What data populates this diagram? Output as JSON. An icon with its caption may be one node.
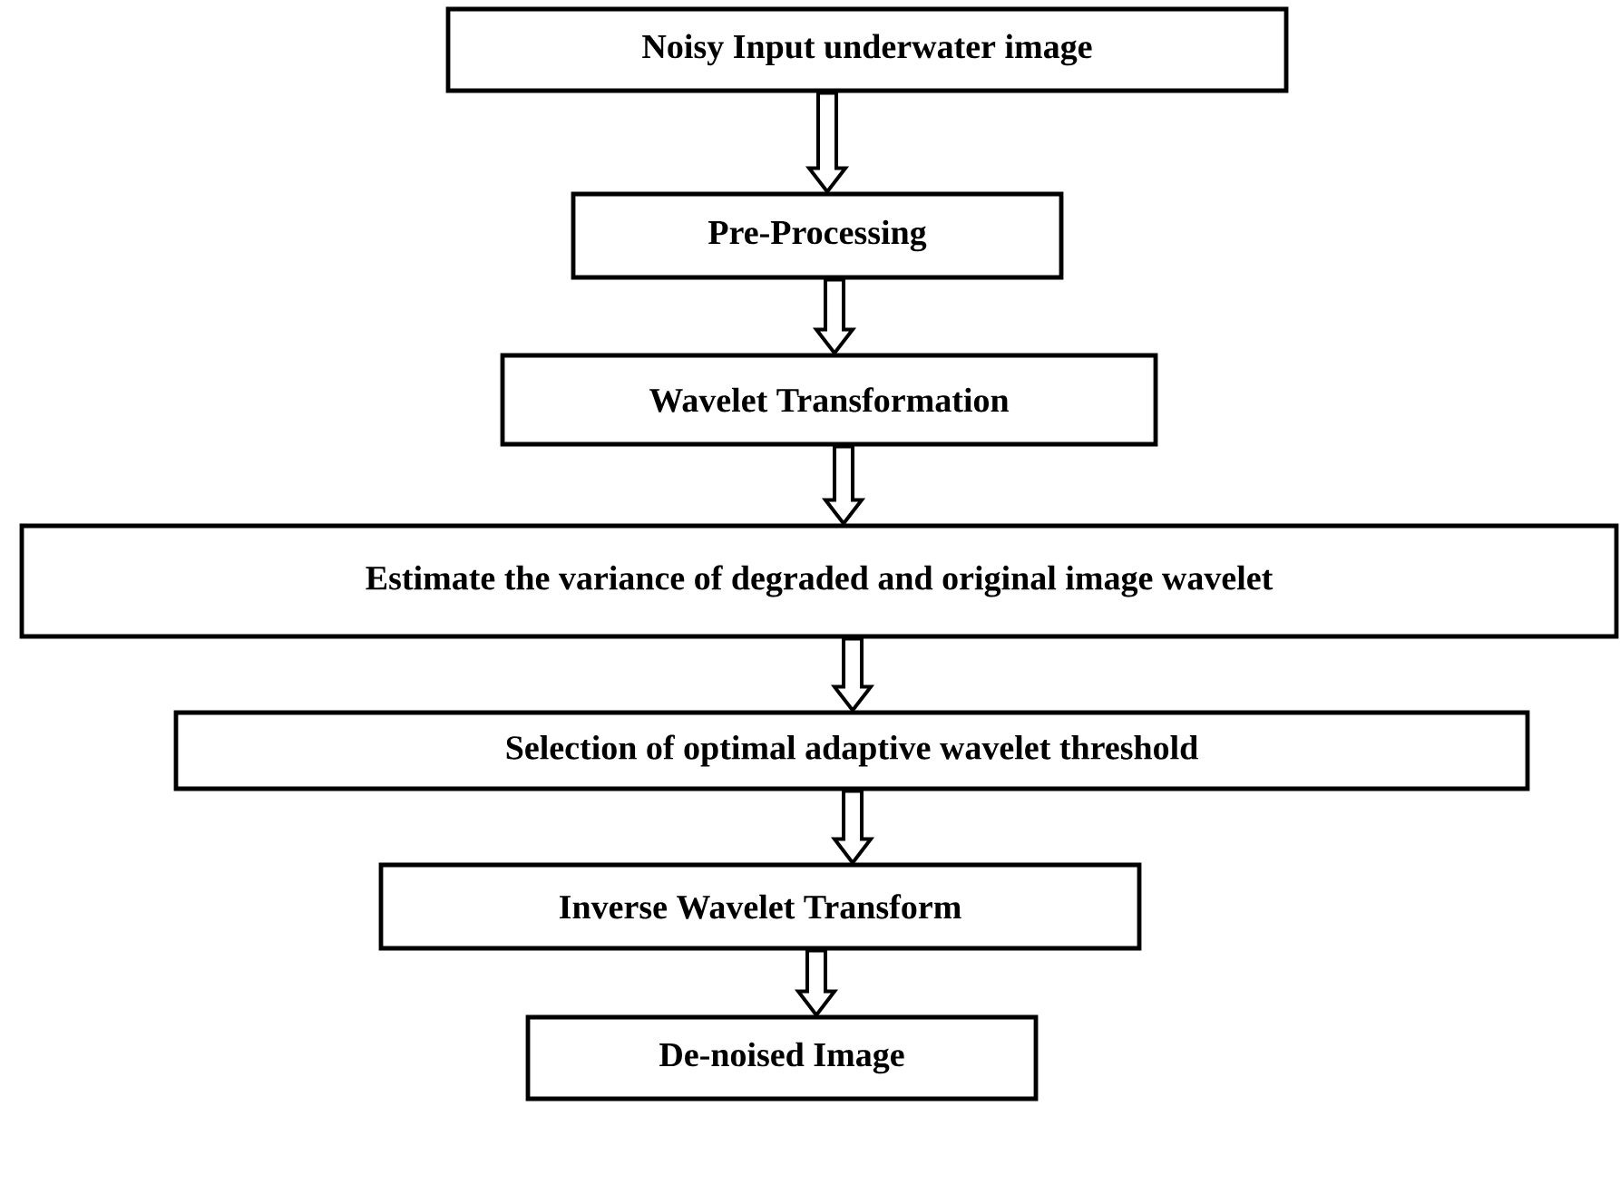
{
  "diagram": {
    "nodes": [
      {
        "text": [
          "Noisy Input underwater image"
        ]
      },
      {
        "text": [
          "Pre-Processing"
        ]
      },
      {
        "text": [
          "Wavelet Transformation"
        ]
      },
      {
        "text": [
          "Estimate the variance of degraded and original image wavelet"
        ]
      },
      {
        "text": [
          "Selection of optimal adaptive wavelet threshold"
        ]
      },
      {
        "text": [
          "Inverse Wavelet Transform"
        ]
      },
      {
        "text": [
          "De-noised Image"
        ]
      }
    ],
    "edges": [
      {
        "from": 0,
        "to": 1,
        "arrow": "to"
      },
      {
        "from": 1,
        "to": 2,
        "arrow": "to"
      },
      {
        "from": 2,
        "to": 3,
        "arrow": "to"
      },
      {
        "from": 3,
        "to": 4,
        "arrow": "to"
      },
      {
        "from": 4,
        "to": 5,
        "arrow": "to"
      },
      {
        "from": 5,
        "to": 6,
        "arrow": "to"
      }
    ]
  }
}
